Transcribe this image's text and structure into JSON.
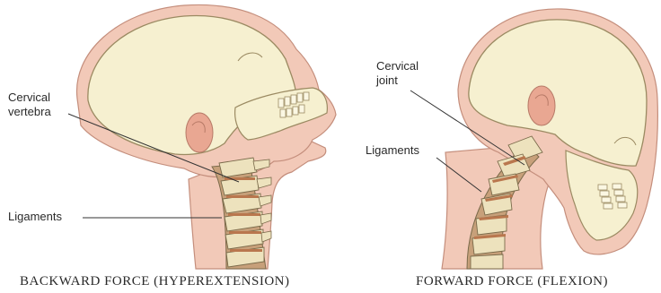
{
  "labels": {
    "cervical_vertebra": "Cervical\nvertebra",
    "ligaments_left": "Ligaments",
    "cervical_joint": "Cervical\njoint",
    "ligaments_right": "Ligaments"
  },
  "captions": {
    "left": "BACKWARD FORCE (HYPEREXTENSION)",
    "right": "FORWARD FORCE (FLEXION)"
  },
  "colors": {
    "skin": "#f2c9b8",
    "skin_outline": "#c48e7c",
    "skull": "#f6f0d0",
    "bone": "#ede2bd",
    "bone_outline": "#7a6a4a",
    "ligament": "#c7a07a",
    "disc": "#b9774e",
    "ear": "#e9a792",
    "leader_line": "#333333"
  }
}
